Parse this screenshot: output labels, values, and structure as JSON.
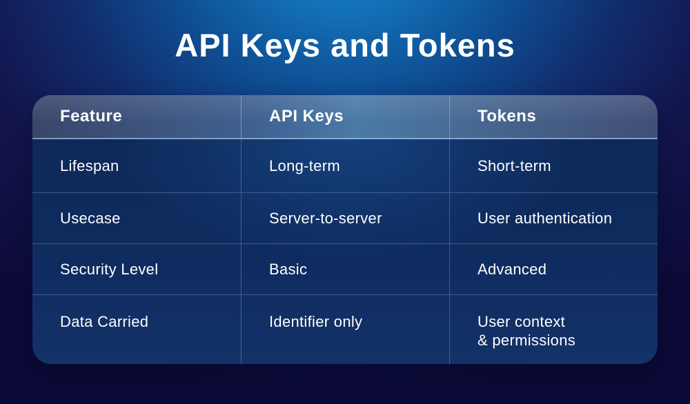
{
  "title": "API Keys and Tokens",
  "table": {
    "headers": {
      "feature": "Feature",
      "api_keys": "API Keys",
      "tokens": "Tokens"
    },
    "rows": [
      {
        "feature": "Lifespan",
        "api_keys": "Long-term",
        "tokens": "Short-term"
      },
      {
        "feature": "Usecase",
        "api_keys": "Server-to-server",
        "tokens": "User authentication"
      },
      {
        "feature": "Security Level",
        "api_keys": "Basic",
        "tokens": "Advanced"
      },
      {
        "feature": "Data Carried",
        "api_keys": "Identifier only",
        "tokens": "User context\n& permissions"
      }
    ]
  },
  "chart_data": {
    "type": "table",
    "title": "API Keys and Tokens",
    "columns": [
      "Feature",
      "API Keys",
      "Tokens"
    ],
    "rows": [
      [
        "Lifespan",
        "Long-term",
        "Short-term"
      ],
      [
        "Usecase",
        "Server-to-server",
        "User authentication"
      ],
      [
        "Security Level",
        "Basic",
        "Advanced"
      ],
      [
        "Data Carried",
        "Identifier only",
        "User context & permissions"
      ]
    ],
    "legend": "none",
    "layout": "comparison table, 3 equal columns, header row plus 4 data rows"
  },
  "colors": {
    "background_top": "#1478be",
    "background_corner": "#13164e",
    "background_bottom": "#0c0a38",
    "header_bg": "#44668f",
    "body_bg": "#0f2c60",
    "divider": "#a9c4e4",
    "text": "#ffffff"
  }
}
